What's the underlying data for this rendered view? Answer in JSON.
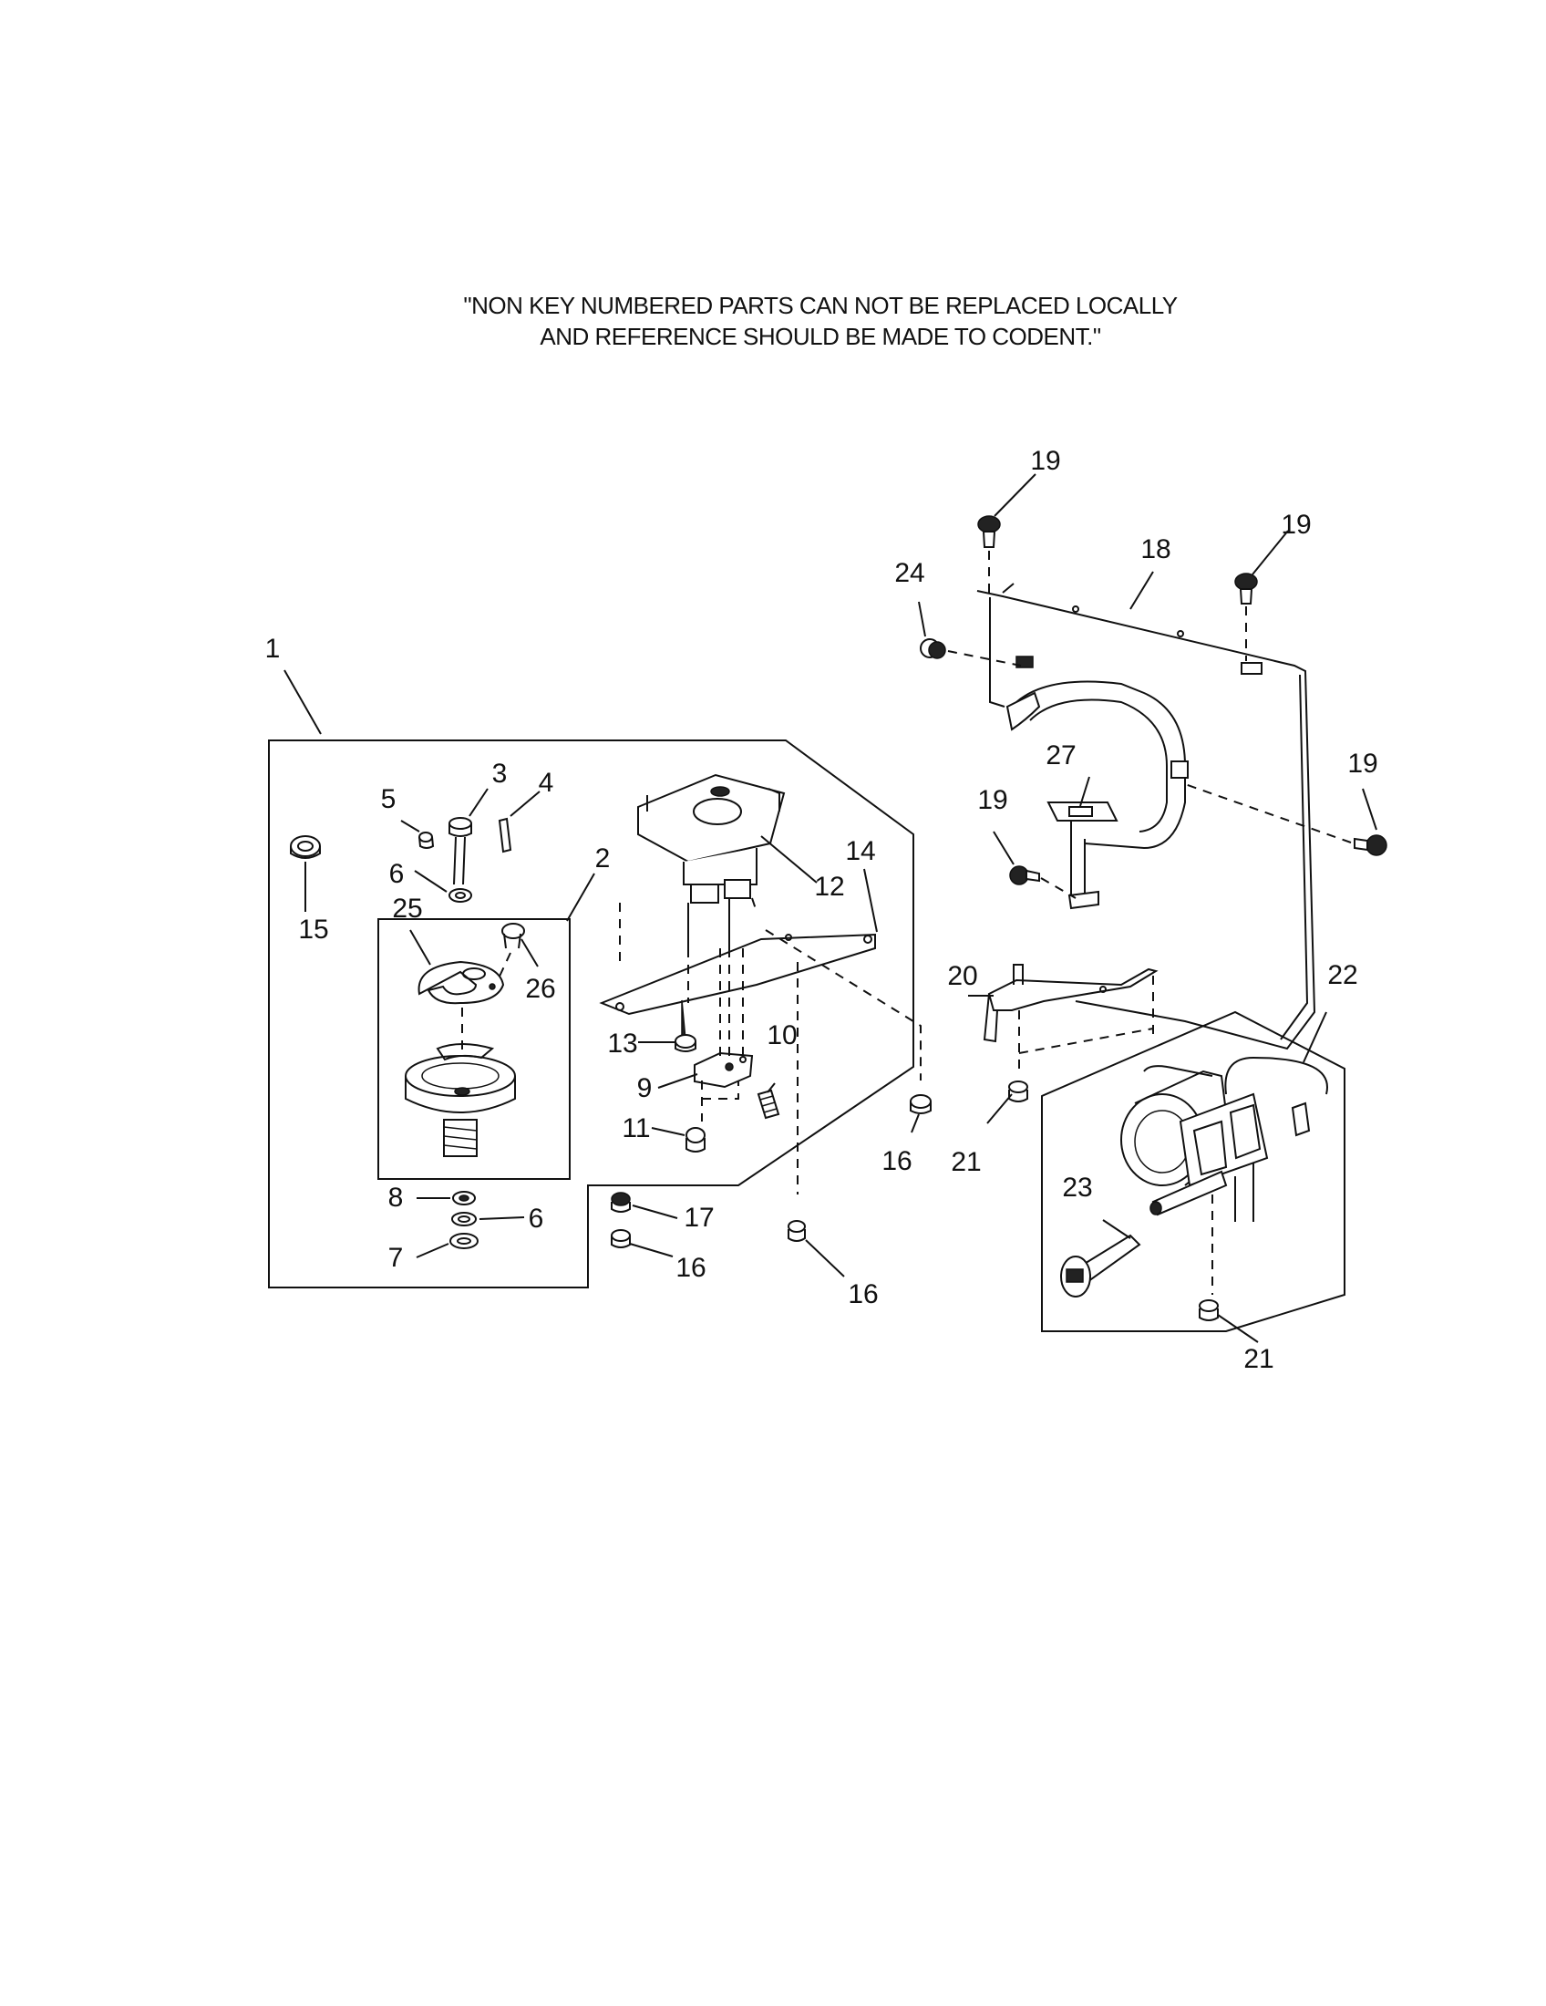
{
  "note": {
    "line1": "\"NON KEY NUMBERED PARTS CAN NOT BE REPLACED LOCALLY",
    "line2": "AND REFERENCE SHOULD BE MADE TO CODENT.\""
  },
  "callouts": {
    "c1": "1",
    "c2": "2",
    "c3": "3",
    "c4": "4",
    "c5": "5",
    "c6a": "6",
    "c6b": "6",
    "c7": "7",
    "c8": "8",
    "c9": "9",
    "c10": "10",
    "c11": "11",
    "c12": "12",
    "c13": "13",
    "c14": "14",
    "c15": "15",
    "c16a": "16",
    "c16b": "16",
    "c16c": "16",
    "c17": "17",
    "c18": "18",
    "c19a": "19",
    "c19b": "19",
    "c19c": "19",
    "c19d": "19",
    "c20": "20",
    "c21a": "21",
    "c21b": "21",
    "c22": "22",
    "c23": "23",
    "c24": "24",
    "c25": "25",
    "c26": "26",
    "c27": "27"
  }
}
